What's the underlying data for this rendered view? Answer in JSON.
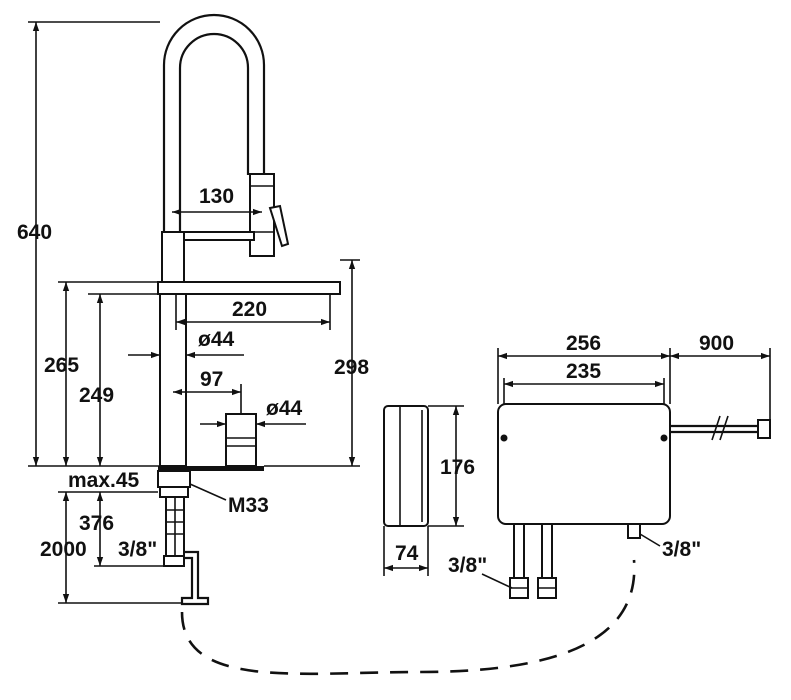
{
  "dimensions": {
    "overall_height": "640",
    "spout_reach": "130",
    "base_to_spout": "265",
    "base_to_outlet": "249",
    "body_height": "298",
    "spout_length": "220",
    "body_diameter": "ø44",
    "lever_offset": "97",
    "lever_diameter": "ø44",
    "max_deck": "max.45",
    "thread": "M33",
    "hose_height": "376",
    "hose_length": "2000",
    "tap_connection": "3/8\"",
    "unit_height": "176",
    "unit_depth": "74",
    "unit_width_outer": "256",
    "unit_width_inner": "235",
    "cable_length": "900",
    "unit_connections": "3/8\"",
    "unit_side_connection": "3/8\""
  }
}
